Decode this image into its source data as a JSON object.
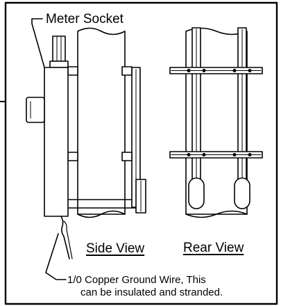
{
  "labels": {
    "meter_socket": "Meter Socket",
    "side_view": "Side View",
    "rear_view": "Rear View",
    "ground_wire_line1": "1/0 Copper Ground Wire, This",
    "ground_wire_line2": "can be insulated and stranded."
  },
  "colors": {
    "ink": "#000000",
    "paper": "#ffffff"
  }
}
